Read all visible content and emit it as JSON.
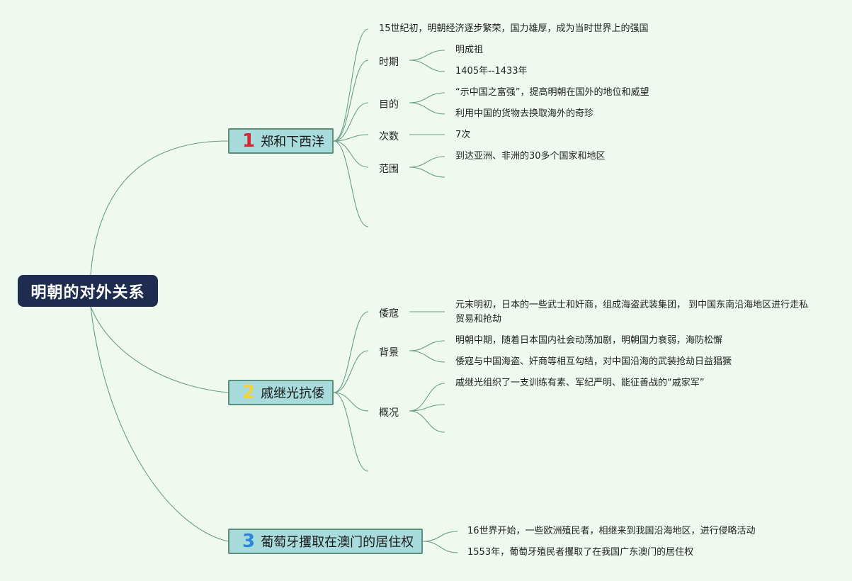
{
  "root": "明朝的对外关系",
  "colors": {
    "background": "#eff9f0",
    "root_bg": "#1e2d4f",
    "branch_bg": "#a8dcdc",
    "connector": "#6a9e84",
    "num1": "#d5272f",
    "num2": "#f3d23c",
    "num3": "#2f86d6"
  },
  "branches": [
    {
      "num": "1",
      "label": "郑和下西洋",
      "intro": "15世纪初，明朝经济逐步繁荣，国力雄厚，成为当时世界上的强国",
      "categories": [
        {
          "label": "时期",
          "items": [
            "明成祖",
            "1405年--1433年"
          ]
        },
        {
          "label": "目的",
          "items": [
            "“示中国之富强”，提高明朝在国外的地位和威望",
            "利用中国的货物去换取海外的奇珍"
          ]
        },
        {
          "label": "次数",
          "items": [
            "7次"
          ]
        },
        {
          "label": "范围",
          "items": [
            "到达亚洲、非洲的30多个国家和地区"
          ]
        }
      ]
    },
    {
      "num": "2",
      "label": "戚继光抗倭",
      "categories": [
        {
          "label": "倭寇",
          "items": [
            "元末明初，日本的一些武士和奸商，组成海盗武装集团， 到中国东南沿海地区进行走私贸易和抢劫"
          ]
        },
        {
          "label": "背景",
          "items": [
            "明朝中期，随着日本国内社会动荡加剧，明朝国力衰弱，海防松懈",
            "倭寇与中国海盗、奸商等相互勾结，对中国沿海的武装抢劫日益猖獗"
          ]
        },
        {
          "label": "概况",
          "items": [
            "戚继光组织了一支训练有素、军纪严明、能征善战的“戚家军”"
          ]
        }
      ]
    },
    {
      "num": "3",
      "label": "葡萄牙攫取在澳门的居住权",
      "items": [
        "16世界开始，一些欧洲殖民者，相继来到我国沿海地区，进行侵略活动",
        "1553年，葡萄牙殖民者攫取了在我国广东澳门的居住权"
      ]
    }
  ]
}
